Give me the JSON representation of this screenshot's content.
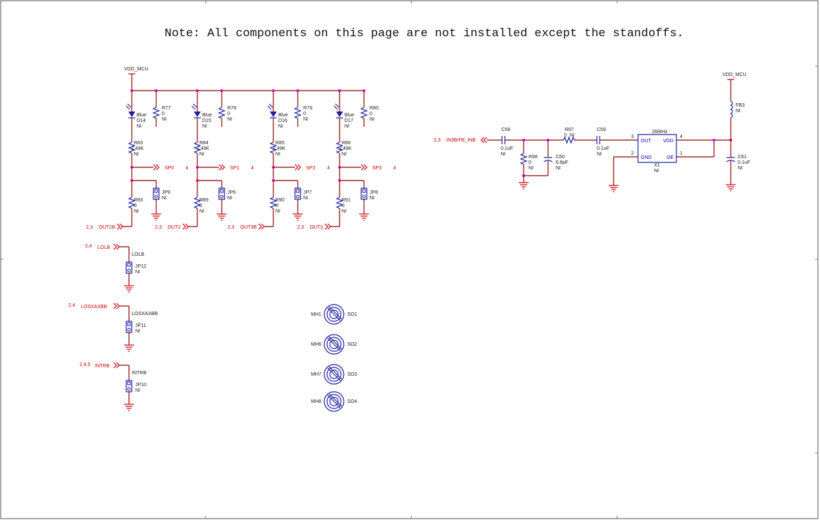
{
  "note": "Note:  All components on this page are not installed except the standoffs.",
  "power": {
    "vdd_mcu_left": "VDD_MCU",
    "vdd_mcu_right": "VDD_MCU"
  },
  "channels": [
    {
      "led": "D14",
      "led_color": "Blue",
      "led_val": "NI",
      "rtop": "R77",
      "rtop_v": "0",
      "rtop_ni": "NI",
      "rser": "R83",
      "rser_v": "2.49K",
      "rser_ni": "NI",
      "sp": "SP0",
      "sp_page": "4",
      "rbot": "R93",
      "rbot_v": "0",
      "rbot_ni": "NI",
      "jp": "JP9",
      "jp_ni": "NI",
      "out": "OUT2B",
      "out_page": "2,3"
    },
    {
      "led": "D15",
      "led_color": "Blue",
      "led_val": "NI",
      "rtop": "R78",
      "rtop_v": "0",
      "rtop_ni": "NI",
      "rser": "R84",
      "rser_v": "2.49K",
      "rser_ni": "NI",
      "sp": "SP1",
      "sp_page": "4",
      "rbot": "R89",
      "rbot_v": "0",
      "rbot_ni": "NI",
      "jp": "JP6",
      "jp_ni": "NI",
      "out": "OUT2",
      "out_page": "2,3"
    },
    {
      "led": "D16",
      "led_color": "Blue",
      "led_val": "NI",
      "rtop": "R79",
      "rtop_v": "0",
      "rtop_ni": "NI",
      "rser": "R85",
      "rser_v": "2.49K",
      "rser_ni": "NI",
      "sp": "SP2",
      "sp_page": "4",
      "rbot": "R90",
      "rbot_v": "0",
      "rbot_ni": "NI",
      "jp": "JP7",
      "jp_ni": "NI",
      "out": "OUT3B",
      "out_page": "2,3"
    },
    {
      "led": "D17",
      "led_color": "Blue",
      "led_val": "NI",
      "rtop": "R80",
      "rtop_v": "0",
      "rtop_ni": "NI",
      "rser": "R86",
      "rser_v": "2.49K",
      "rser_ni": "NI",
      "sp": "SP3",
      "sp_page": "4",
      "rbot": "R91",
      "rbot_v": "0",
      "rbot_ni": "NI",
      "jp": "JP8",
      "jp_ni": "NI",
      "out": "OUT3",
      "out_page": "2,3"
    }
  ],
  "signals": [
    {
      "page": "2,4",
      "port": "LOLB",
      "net": "LOLB",
      "jp": "JP12",
      "jp_ni": "NI"
    },
    {
      "page": "2,4",
      "port": "LOSXAXBB",
      "net": "LOSXAXBB",
      "jp": "JP11",
      "jp_ni": "NI"
    },
    {
      "page": "2,4,5",
      "port": "INTRB",
      "net": "INTRB",
      "jp": "JP10",
      "jp_ni": "NI"
    }
  ],
  "osc": {
    "port_page": "2,3",
    "port": "IN3B/FB_INB",
    "c58": "C58",
    "c58_v": "0.1uF",
    "c58_ni": "NI",
    "r97": "R97",
    "r97_v": "0",
    "r97_ni": "NI",
    "r98": "R98",
    "r98_v": "0",
    "r98_ni": "NI",
    "c60": "C60",
    "c60_v": "6.8pF",
    "c60_ni": "NI",
    "c59": "C59",
    "c59_v": "0.1uF",
    "c59_ni": "NI",
    "x1": "X1",
    "x1_freq": "26MHz",
    "x1_ni": "NI",
    "pin_out": "OUT",
    "pin_vdd": "VDD",
    "pin_gnd": "GND",
    "pin_oe": "OE",
    "pin3": "3",
    "pin4": "4",
    "pin2": "2",
    "pin1": "1",
    "fb3": "FB3",
    "fb3_ni": "NI",
    "c61": "C61",
    "c61_v": "0.1uF",
    "c61_ni": "NI"
  },
  "standoffs": [
    {
      "mh": "MH1",
      "so": "SO1"
    },
    {
      "mh": "MH6",
      "so": "SO2"
    },
    {
      "mh": "MH7",
      "so": "SO3"
    },
    {
      "mh": "MH8",
      "so": "SO4"
    }
  ]
}
